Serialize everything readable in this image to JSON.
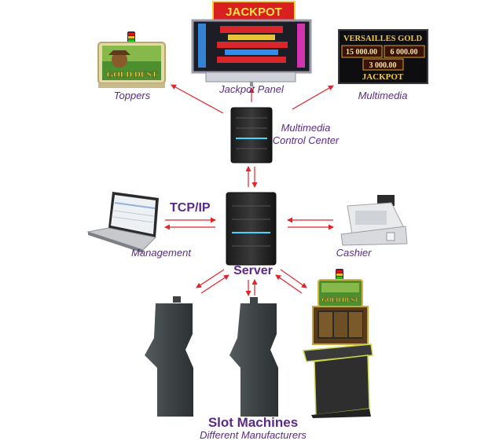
{
  "nodes": {
    "toppers": "Toppers",
    "jackpot_panel": "Jackpot Panel",
    "multimedia": "Multimedia",
    "mcc_line1": "Multimedia",
    "mcc_line2": "Control Center",
    "management": "Management",
    "server": "Server",
    "cashier": "Cashier",
    "slot_machines": "Slot Machines",
    "slot_subtitle": "Different Manufacturers"
  },
  "link_label": "TCP/IP",
  "screens": {
    "jackpot_title": "JACKPOT",
    "topper_text": "GOLD DUST",
    "versailles_title": "VERSAILLES GOLD",
    "versailles_v1": "15 000.00",
    "versailles_v2": "6 000.00",
    "versailles_v3": "3 000.00",
    "versailles_word": "JACKPOT",
    "slot_text": "GOLD DUST"
  },
  "colors": {
    "label": "#5b2a86",
    "arrow": "#e0252b",
    "cabinet": "#3f4546"
  }
}
